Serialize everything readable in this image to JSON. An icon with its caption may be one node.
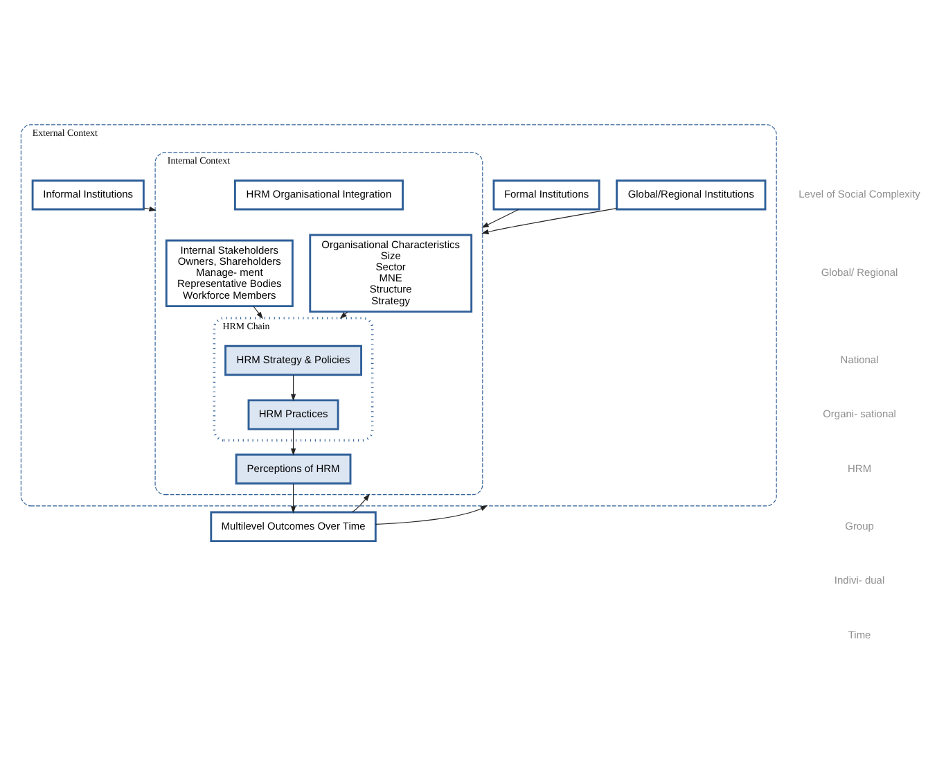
{
  "diagram": {
    "nodes": [
      {
        "text": [
          "External Context"
        ]
      },
      {
        "text": [
          "Global/Regional Institutions"
        ],
        "in": 0
      },
      {
        "text": [
          "Formal Institutions"
        ],
        "in": 0
      },
      {
        "text": [
          "Informal Institutions"
        ],
        "in": 0
      },
      {
        "text": [
          "Internal Context"
        ],
        "in": 0
      },
      {
        "text": [
          "Organisational Characteristics",
          "Size",
          "Sector",
          "MNE",
          "Structure",
          "Strategy"
        ],
        "in": 4
      },
      {
        "text": [
          "HRM Organisational Integration"
        ],
        "in": 4
      },
      {
        "text": [
          "HRM Chain"
        ],
        "in": 4
      },
      {
        "text": [
          "HRM Strategy & Policies"
        ],
        "in": 7
      },
      {
        "text": [
          "HRM Practices"
        ],
        "in": 7
      },
      {
        "text": [
          "Perceptions of HRM"
        ],
        "in": 4
      },
      {
        "text": [
          "Internal Stakeholders",
          "Owners, Shareholders",
          "Manage- ment",
          "Representative Bodies",
          "Workforce Members"
        ],
        "in": 4
      },
      {
        "text": [
          "Multilevel Outcomes Over Time"
        ]
      }
    ],
    "edges": [
      {
        "from": 2,
        "to": 4,
        "arrow": "to"
      },
      {
        "from": 1,
        "to": 4,
        "arrow": "to"
      },
      {
        "from": 3,
        "to": 4,
        "arrow": "to"
      },
      {
        "from": 5,
        "to": 7,
        "arrow": "to"
      },
      {
        "from": 8,
        "to": 9,
        "arrow": "to"
      },
      {
        "from": 9,
        "to": 10,
        "arrow": "to"
      },
      {
        "from": 11,
        "to": 7,
        "arrow": "to"
      },
      {
        "from": 10,
        "to": 12,
        "arrow": "to"
      },
      {
        "from": 12,
        "to": 0,
        "arrow": "to"
      },
      {
        "from": 12,
        "to": 4,
        "arrow": "to"
      }
    ],
    "labels": [
      "Level of Social Complexity",
      "Global/ Regional",
      "National",
      "Organi- sational",
      "HRM",
      "Group",
      "Indivi- dual",
      "Time"
    ]
  }
}
